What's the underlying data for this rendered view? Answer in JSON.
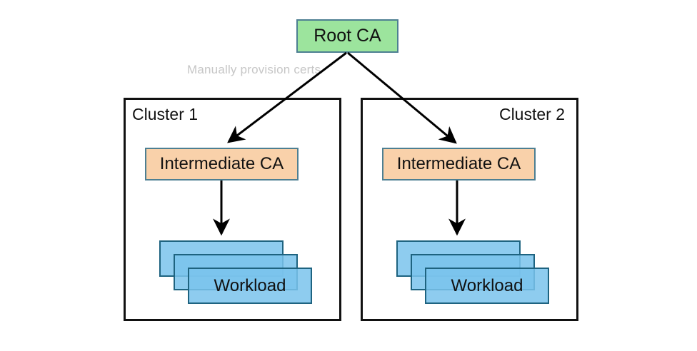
{
  "diagram": {
    "root_ca": {
      "label": "Root CA"
    },
    "annotation": {
      "label": "Manually provision certs"
    },
    "clusters": [
      {
        "label": "Cluster 1",
        "intermediate_ca_label": "Intermediate CA",
        "workload_label": "Workload",
        "workload_stack_count": 3
      },
      {
        "label": "Cluster 2",
        "intermediate_ca_label": "Intermediate CA",
        "workload_label": "Workload",
        "workload_stack_count": 3
      }
    ],
    "edges": [
      {
        "from": "root-ca",
        "to": "cluster-1-intermediate-ca",
        "note": "Manually provision certs"
      },
      {
        "from": "root-ca",
        "to": "cluster-2-intermediate-ca",
        "note": "Manually provision certs"
      },
      {
        "from": "cluster-1-intermediate-ca",
        "to": "cluster-1-workloads"
      },
      {
        "from": "cluster-2-intermediate-ca",
        "to": "cluster-2-workloads"
      }
    ],
    "colors": {
      "root_ca_fill": "#9ce49d",
      "root_ca_border": "#4d7f92",
      "intermediate_fill": "#f9d1aa",
      "intermediate_border": "#4d7f92",
      "workload_fill": "#8ecdee",
      "workload_border": "#1e6380",
      "cluster_border": "#111111",
      "arrow": "#000000",
      "annotation_text": "#c6c6c6",
      "background": "#ffffff"
    }
  }
}
